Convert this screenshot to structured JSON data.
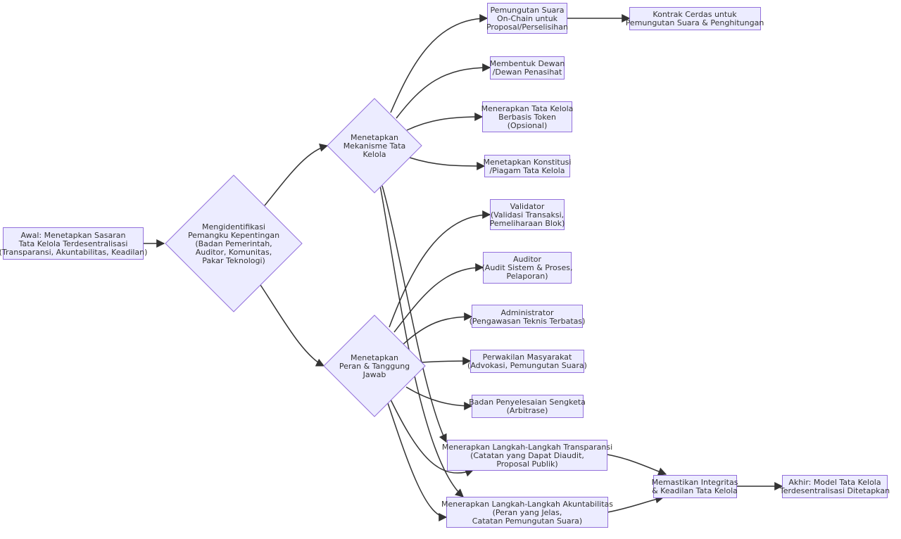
{
  "nodes": {
    "start": [
      "Awal: Menetapkan Sasaran",
      "Tata Kelola Terdesentralisasi",
      "(Transparansi, Akuntabilitas, Keadilan)"
    ],
    "identify": [
      "Mengidentifikasi",
      "Pemangku Kepentingan",
      "(Badan Pemerintah,",
      "Auditor, Komunitas,",
      "Pakar Teknologi)"
    ],
    "mechanisms": [
      "Menetapkan",
      "Mekanisme Tata",
      "Kelola"
    ],
    "roles": [
      "Menetapkan",
      "Peran & Tanggung",
      "Jawab"
    ],
    "voting": [
      "Pemungutan Suara",
      "On-Chain untuk",
      "Proposal/Perselisihan"
    ],
    "smart_contract": [
      "Kontrak Cerdas untuk",
      "Pemungutan Suara & Penghitungan"
    ],
    "council": [
      "Membentuk Dewan",
      "/Dewan Penasihat"
    ],
    "token": [
      "Menerapkan Tata Kelola",
      "Berbasis Token",
      "(Opsional)"
    ],
    "constitution": [
      "Menetapkan Konstitusi",
      "/Piagam Tata Kelola"
    ],
    "validator": [
      "Validator",
      "(Validasi Transaksi,",
      "Pemeliharaan Blok)"
    ],
    "auditor": [
      "Auditor",
      "(Audit Sistem & Proses,",
      "Pelaporan)"
    ],
    "administrator": [
      "Administrator",
      "(Pengawasan Teknis Terbatas)"
    ],
    "community": [
      "Perwakilan Masyarakat",
      "(Advokasi, Pemungutan Suara)"
    ],
    "dispute": [
      "Badan Penyelesaian Sengketa",
      "(Arbitrase)"
    ],
    "transparency": [
      "Menerapkan Langkah-Langkah Transparansi",
      "(Catatan yang Dapat Diaudit,",
      "Proposal Publik)"
    ],
    "accountability": [
      "Menerapkan Langkah-Langkah Akuntabilitas",
      "(Peran yang Jelas,",
      "Catatan Pemungutan Suara)"
    ],
    "integrity": [
      "Memastikan Integritas",
      "& Keadilan Tata Kelola"
    ],
    "end": [
      "Akhir: Model Tata Kelola",
      "Terdesentralisasi Ditetapkan"
    ]
  },
  "colors": {
    "node_fill": "#ECECFF",
    "node_stroke": "#9370DB",
    "edge": "#333333",
    "text": "#333333"
  }
}
